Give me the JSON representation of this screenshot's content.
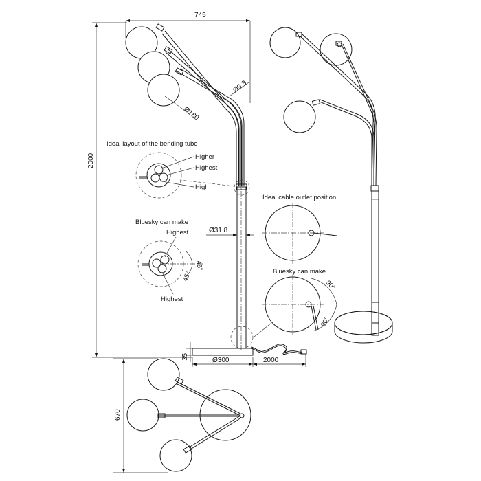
{
  "dimensions": {
    "width_top": "745",
    "height_total": "2000",
    "tube_dia": "Ø9,3",
    "shade_dia": "Ø180",
    "pole_dia": "Ø31,8",
    "base_height": "35",
    "base_dia": "Ø300",
    "cable_length": "2000",
    "top_view_depth": "670"
  },
  "layout_detail": {
    "title": "Ideal layout of the bending tube",
    "higher": "Higher",
    "highest": "Highest",
    "high": "High"
  },
  "bluesky_detail": {
    "title": "Bluesky can make",
    "highest_top": "Highest",
    "highest_bottom": "Highest",
    "angle_1": "45°",
    "angle_2": "45°"
  },
  "cable_outlet": {
    "title": "Ideal cable outlet position"
  },
  "bluesky_outlet": {
    "title": "Bluesky can make",
    "angle_1": "90°",
    "angle_2": "90°"
  }
}
